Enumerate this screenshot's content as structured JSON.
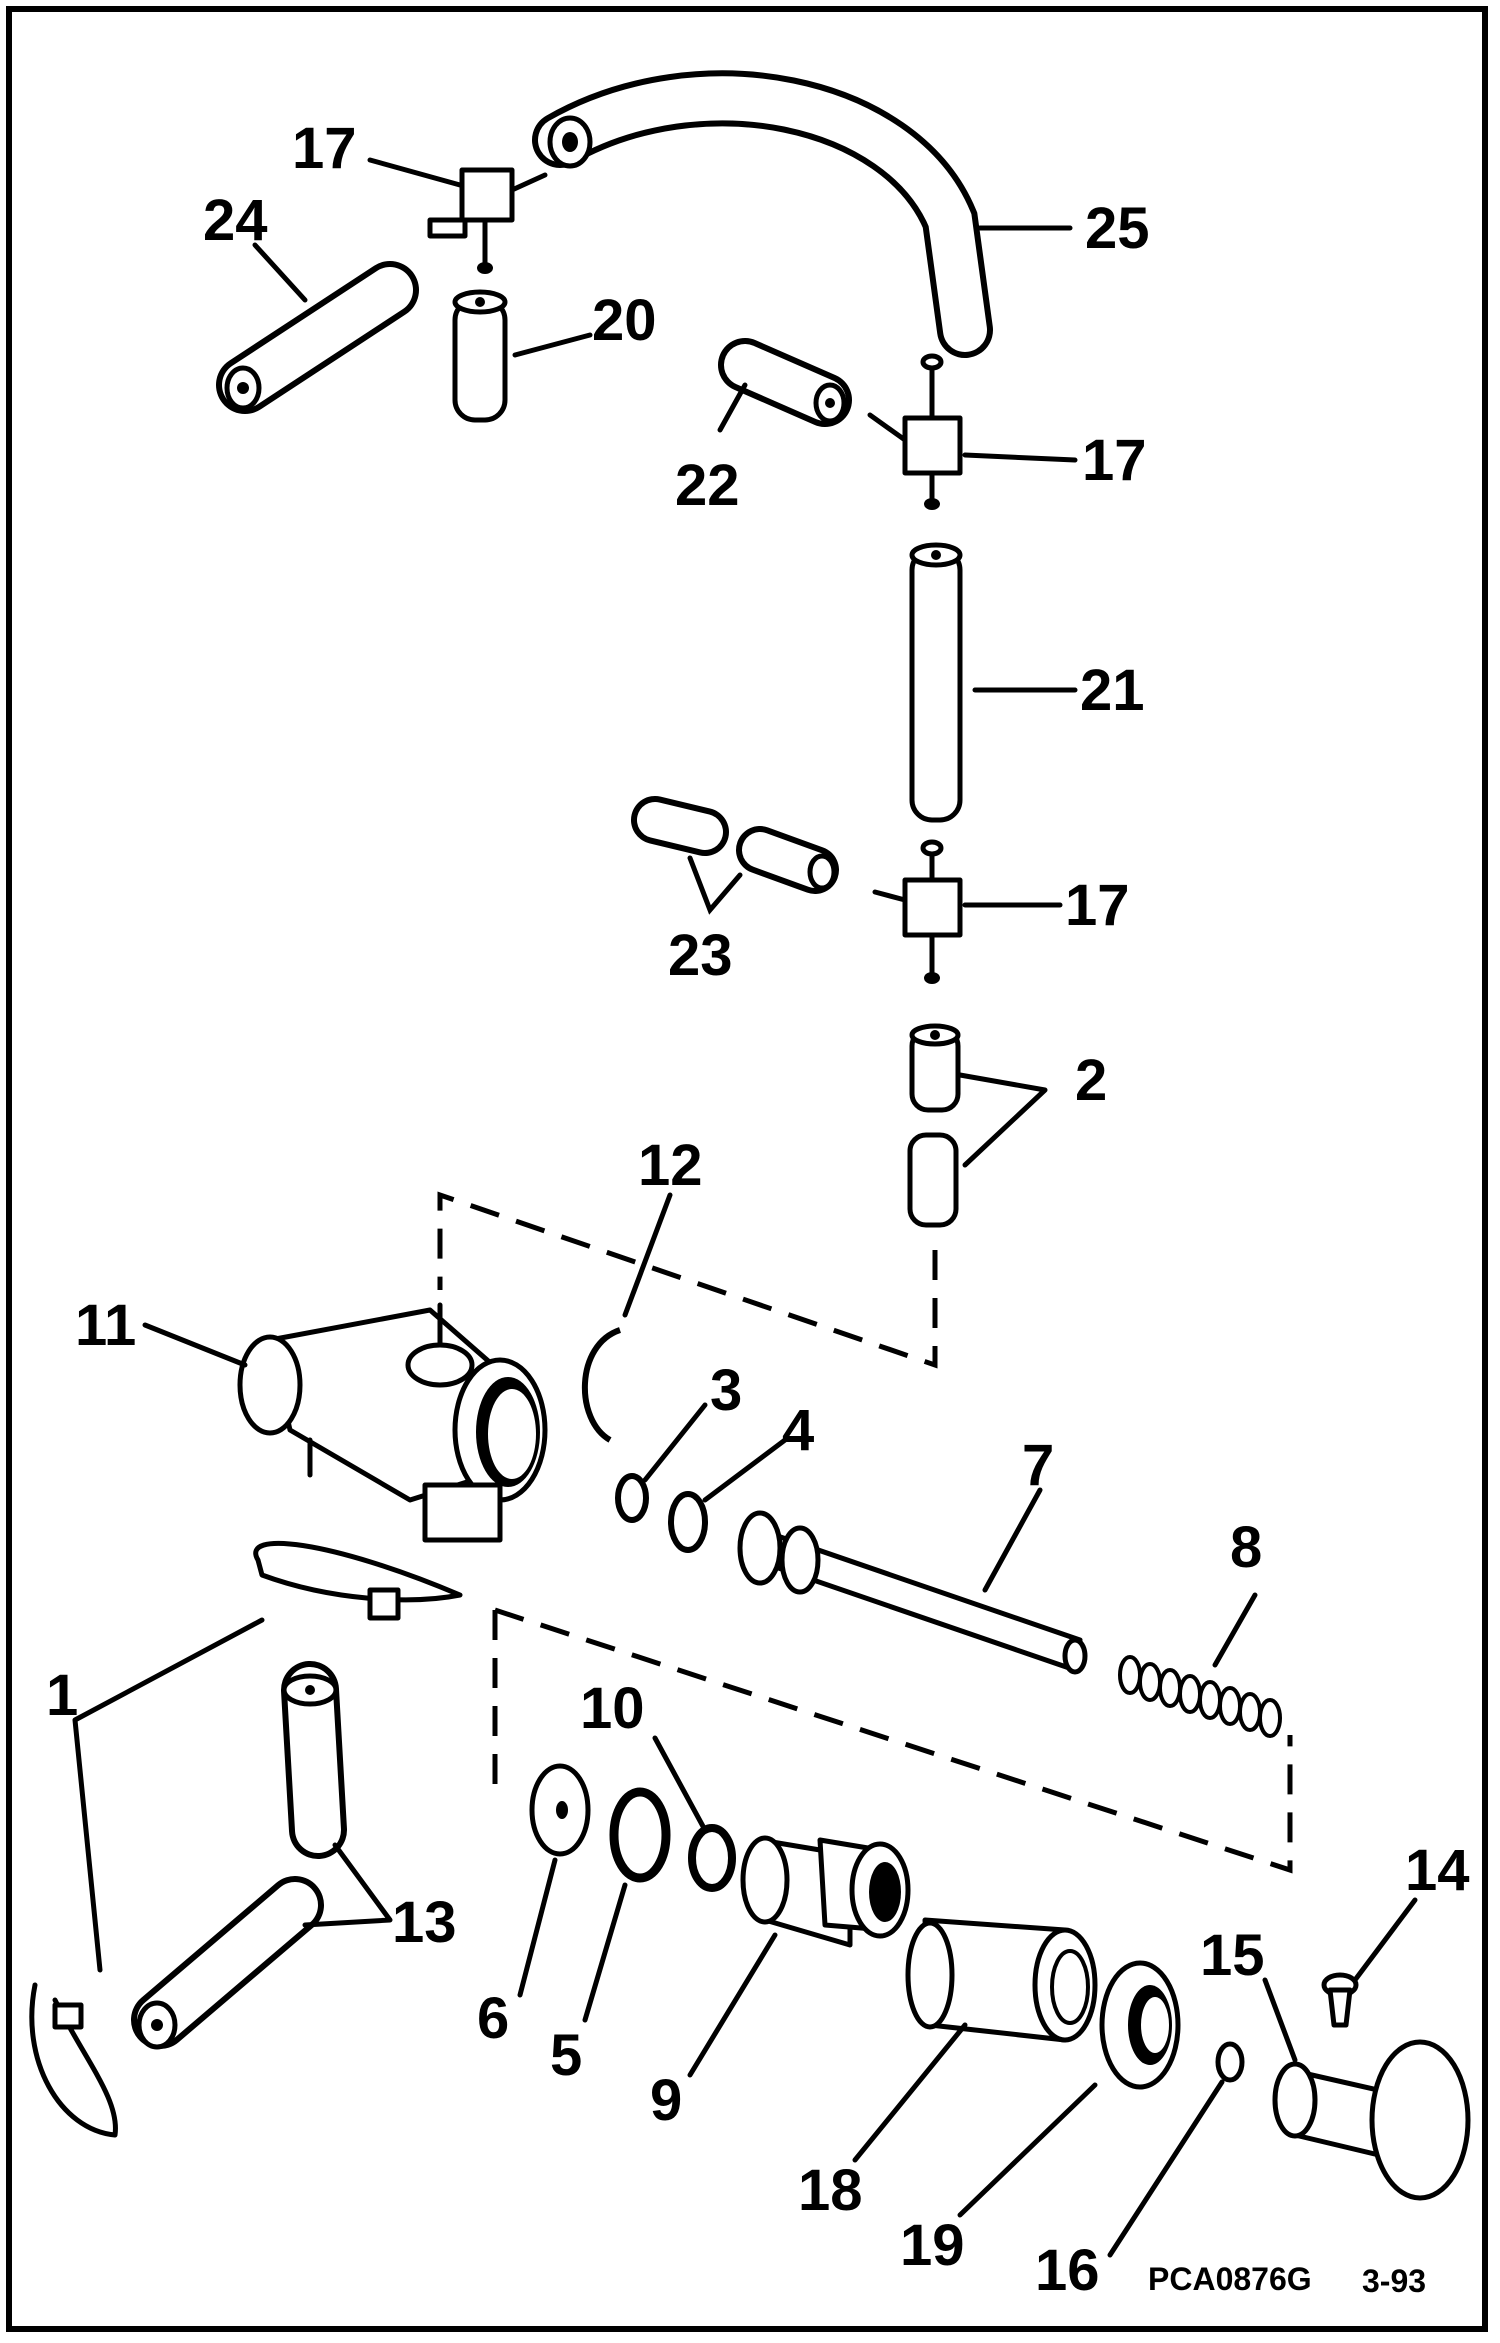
{
  "callouts": {
    "p1": "1",
    "p2": "2",
    "p3": "3",
    "p4": "4",
    "p5": "5",
    "p6": "6",
    "p7": "7",
    "p8": "8",
    "p9": "9",
    "p10": "10",
    "p11": "11",
    "p12": "12",
    "p13": "13",
    "p14": "14",
    "p15": "15",
    "p16": "16",
    "p17a": "17",
    "p17b": "17",
    "p17c": "17",
    "p18": "18",
    "p19": "19",
    "p20": "20",
    "p21": "21",
    "p22": "22",
    "p23": "23",
    "p24": "24",
    "p25": "25"
  },
  "footer": {
    "code": "PCA0876G",
    "date": "3-93"
  }
}
